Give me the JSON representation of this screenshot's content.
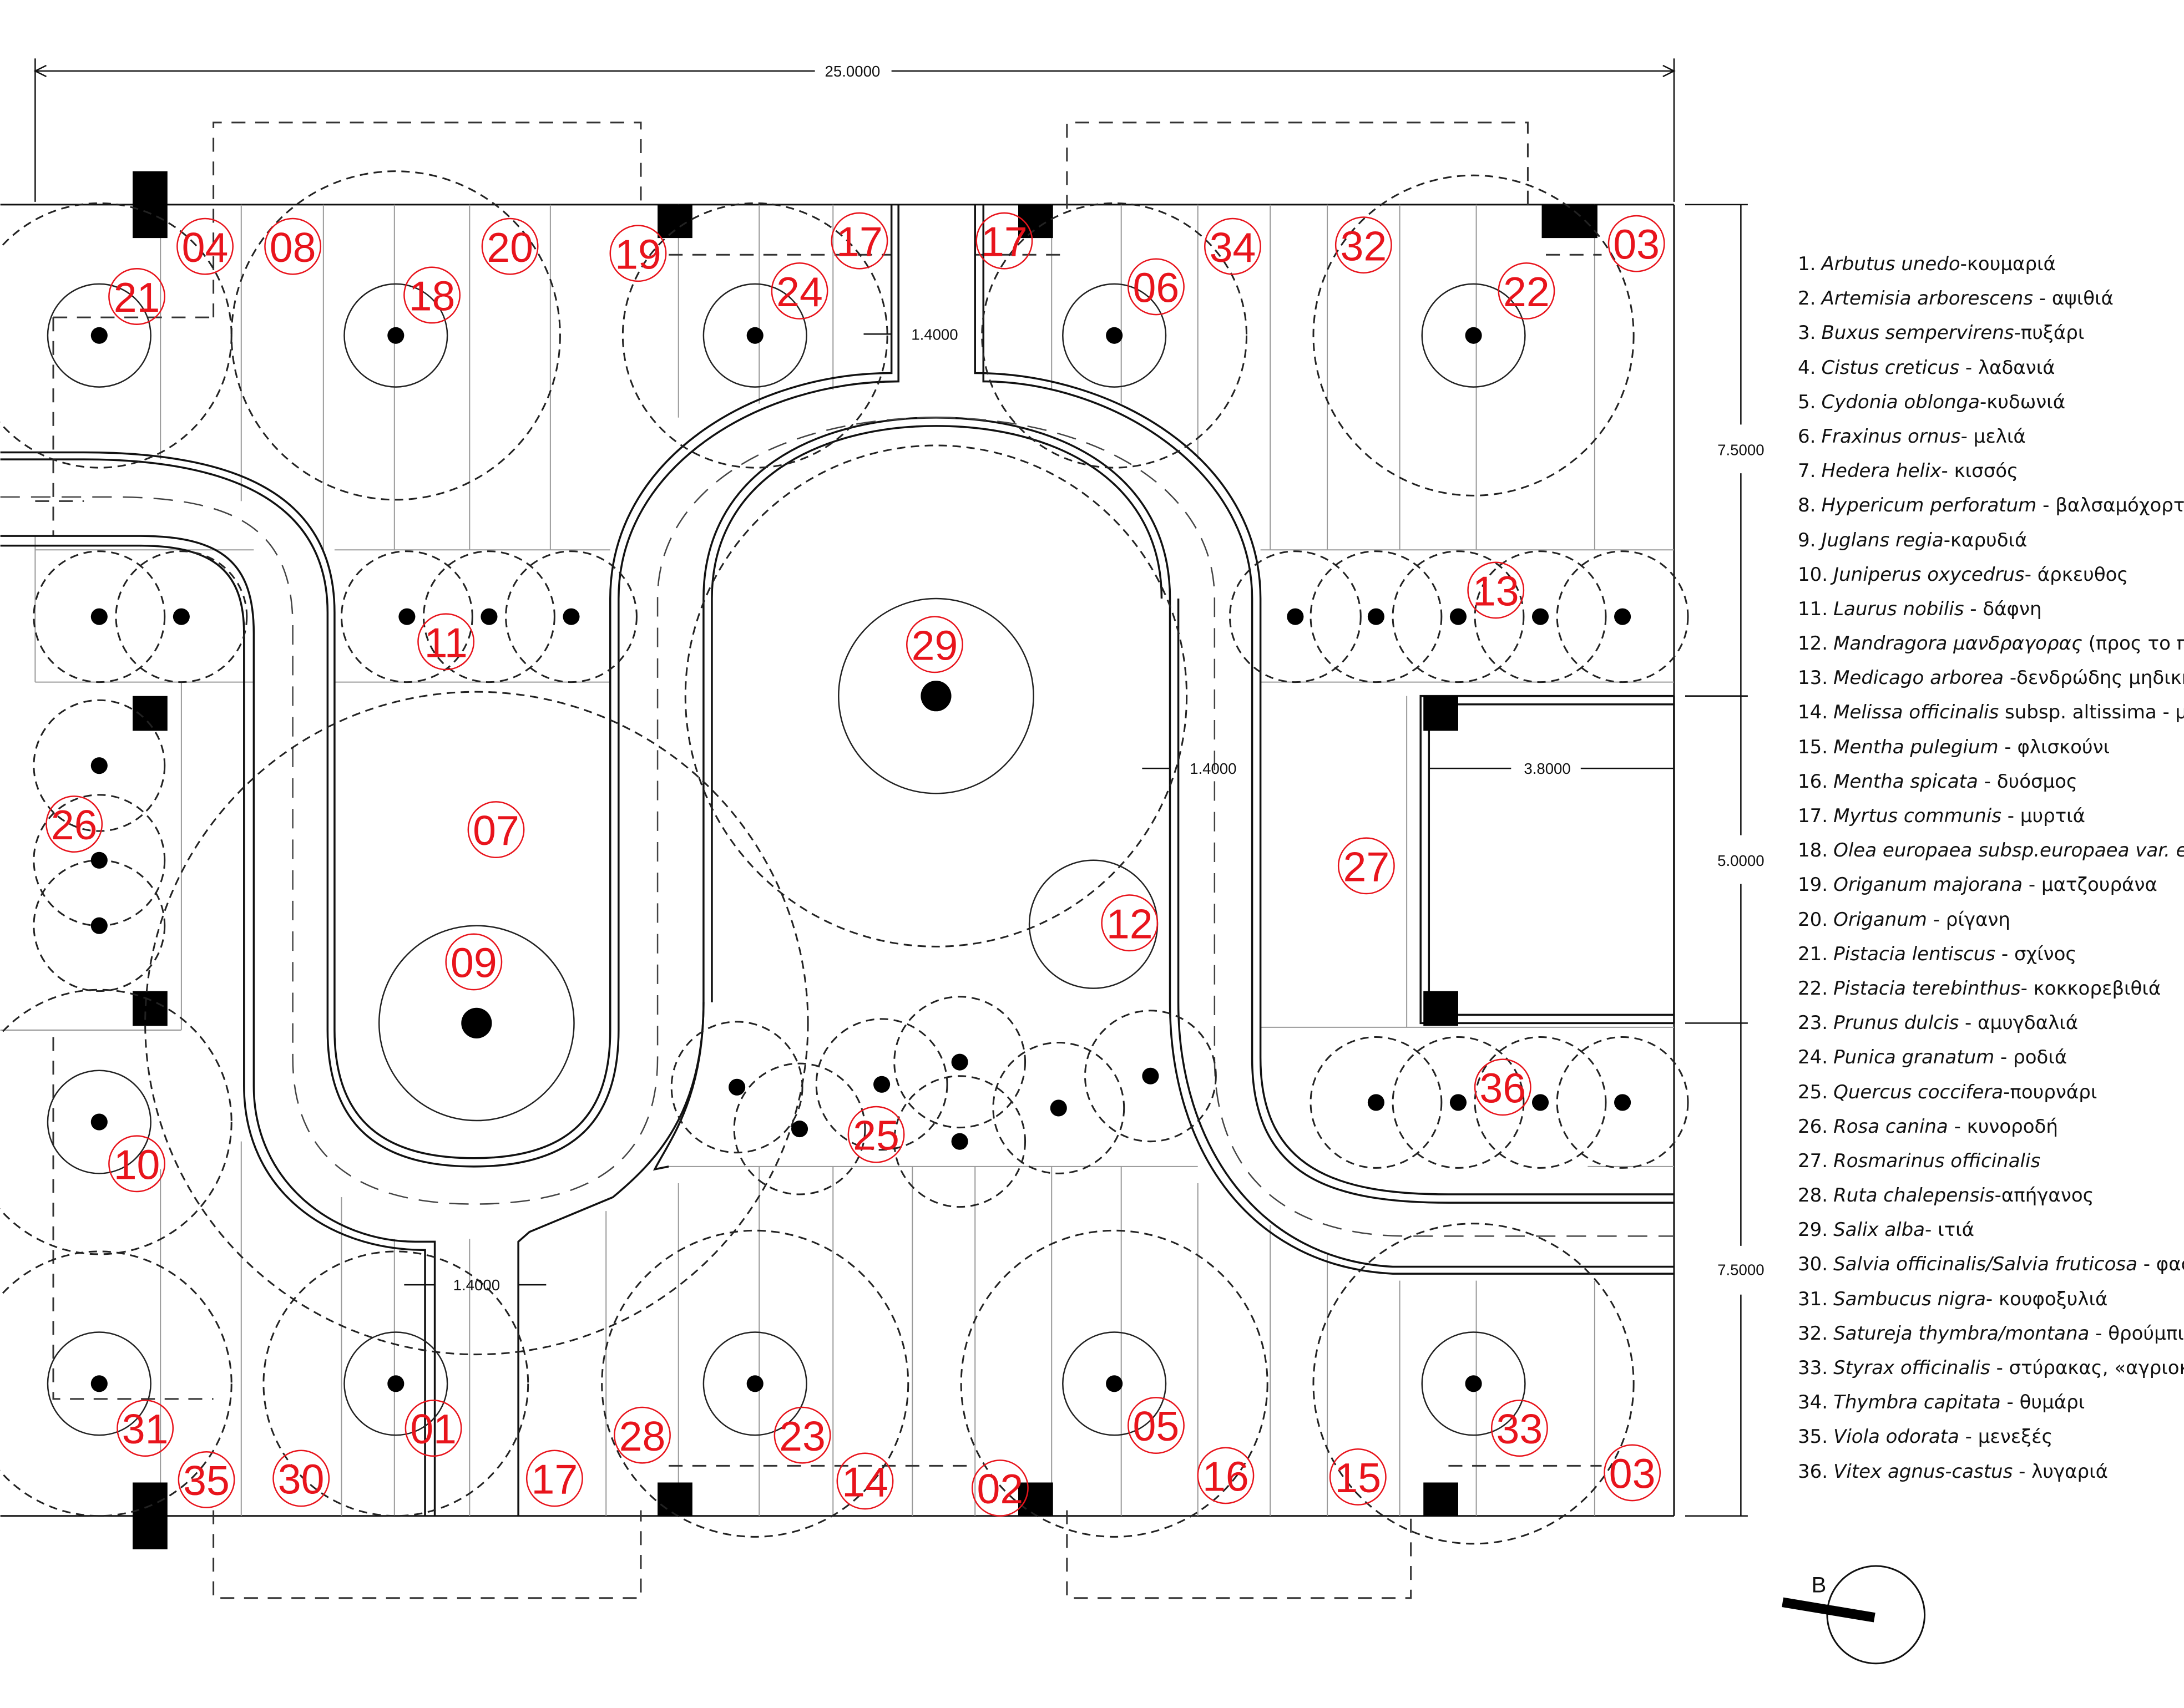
{
  "dimensions": {
    "total_width": "25.0000",
    "top_band": "7.5000",
    "middle_band": "5.0000",
    "bottom_band": "7.5000",
    "path_width_top": "1.4000",
    "path_width_middle": "1.4000",
    "path_width_bottom": "1.4000",
    "right_recess": "3.8000"
  },
  "north_arrow": {
    "label": "B"
  },
  "colors": {
    "tag": "#e8141c",
    "line": "#111111"
  },
  "tags": [
    {
      "id": "t04",
      "n": "04"
    },
    {
      "id": "t08",
      "n": "08"
    },
    {
      "id": "t20",
      "n": "20"
    },
    {
      "id": "t19",
      "n": "19"
    },
    {
      "id": "t17a",
      "n": "17"
    },
    {
      "id": "t17b",
      "n": "17"
    },
    {
      "id": "t34",
      "n": "34"
    },
    {
      "id": "t32",
      "n": "32"
    },
    {
      "id": "t03a",
      "n": "03"
    },
    {
      "id": "t21",
      "n": "21"
    },
    {
      "id": "t18",
      "n": "18"
    },
    {
      "id": "t24",
      "n": "24"
    },
    {
      "id": "t06",
      "n": "06"
    },
    {
      "id": "t22",
      "n": "22"
    },
    {
      "id": "t13",
      "n": "13"
    },
    {
      "id": "t11",
      "n": "11"
    },
    {
      "id": "t29",
      "n": "29"
    },
    {
      "id": "t26",
      "n": "26"
    },
    {
      "id": "t07",
      "n": "07"
    },
    {
      "id": "t27",
      "n": "27"
    },
    {
      "id": "t12",
      "n": "12"
    },
    {
      "id": "t09",
      "n": "09"
    },
    {
      "id": "t36",
      "n": "36"
    },
    {
      "id": "t10",
      "n": "10"
    },
    {
      "id": "t25",
      "n": "25"
    },
    {
      "id": "t31",
      "n": "31"
    },
    {
      "id": "t01",
      "n": "01"
    },
    {
      "id": "t28",
      "n": "28"
    },
    {
      "id": "t23",
      "n": "23"
    },
    {
      "id": "t05",
      "n": "05"
    },
    {
      "id": "t33",
      "n": "33"
    },
    {
      "id": "t35",
      "n": "35"
    },
    {
      "id": "t30",
      "n": "30"
    },
    {
      "id": "t17c",
      "n": "17"
    },
    {
      "id": "t14",
      "n": "14"
    },
    {
      "id": "t02",
      "n": "02"
    },
    {
      "id": "t16",
      "n": "16"
    },
    {
      "id": "t15",
      "n": "15"
    },
    {
      "id": "t03b",
      "n": "03"
    }
  ],
  "legend": [
    {
      "num": "1.",
      "sci": "Arbutus unedo",
      "common": "-κουμαριά"
    },
    {
      "num": "2.",
      "sci": "Artemisia arborescens",
      "common": " - αψιθιά"
    },
    {
      "num": "3.",
      "sci": "Buxus sempervirens",
      "common": "-πυξάρι"
    },
    {
      "num": "4.",
      "sci": "Cistus creticus",
      "common": " - λαδανιά"
    },
    {
      "num": "5.",
      "sci": "Cydonia oblonga",
      "common": "-κυδωνιά"
    },
    {
      "num": "6.",
      "sci": "Fraxinus ornus",
      "common": "- μελιά"
    },
    {
      "num": "7.",
      "sci": "Hedera helix",
      "common": "- κισσός"
    },
    {
      "num": "8.",
      "sci": "Hypericum perforatum",
      "common": " - βαλσαμόχορτο,"
    },
    {
      "num": "9.",
      "sci": "Juglans regia",
      "common": "-καρυδιά"
    },
    {
      "num": "10.",
      "sci": "Juniperus oxycedrus",
      "common": "- άρκευθος"
    },
    {
      "num": "11.",
      "sci": "Laurus nobilis",
      "common": " -  δάφνη"
    },
    {
      "num": "12.",
      "sci": "Mandragora μανδραγορας",
      "common": " (προς το πα"
    },
    {
      "num": "13.",
      "sci": "Medicago arborea",
      "common": " -δενδρώδης μηδική"
    },
    {
      "num": "14.",
      "sci": "Melissa officinalis",
      "common": " subsp. altissima - μελισσ"
    },
    {
      "num": "15.",
      "sci": "Mentha pulegium",
      "common": " - φλισκούνι"
    },
    {
      "num": "16.",
      "sci": "Mentha spicata",
      "common": " - δυόσμος"
    },
    {
      "num": "17.",
      "sci": "Myrtus communis",
      "common": " - μυρτιά"
    },
    {
      "num": "18.",
      "sci": "Olea europaea subsp.europaea var. eu",
      "common": ""
    },
    {
      "num": "19.",
      "sci": "Origanum majorana",
      "common": " - ματζουράνα"
    },
    {
      "num": "20.",
      "sci": "Origanum",
      "common": " - ρίγανη"
    },
    {
      "num": "21.",
      "sci": "Pistacia lentiscus",
      "common": " - σχίνος"
    },
    {
      "num": "22.",
      "sci": "Pistacia terebinthus",
      "common": "- κοκκορεβιθιά"
    },
    {
      "num": "23.",
      "sci": "Prunus dulcis",
      "common": " - αμυγδαλιά"
    },
    {
      "num": "24.",
      "sci": "Punica granatum",
      "common": " - ροδιά"
    },
    {
      "num": "25.",
      "sci": "Quercus coccifera",
      "common": "-πουρνάρι"
    },
    {
      "num": "26.",
      "sci": "Rosa canina",
      "common": " - κυνοροδή"
    },
    {
      "num": "27.",
      "sci": "Rosmarinus officinalis",
      "common": ""
    },
    {
      "num": "28.",
      "sci": "Ruta chalepensis",
      "common": "-απήγανος"
    },
    {
      "num": "29.",
      "sci": "Salix alba",
      "common": "- ιτιά"
    },
    {
      "num": "30.",
      "sci": "Salvia officinalis/Salvia fruticosa",
      "common": " -   φασκο"
    },
    {
      "num": "31.",
      "sci": "Sambucus nigra",
      "common": "- κουφοξυλιά"
    },
    {
      "num": "32.",
      "sci": "Satureja thymbra/montana",
      "common": " - θρούμπι"
    },
    {
      "num": "33.",
      "sci": "Styrax officinalis",
      "common": " - στύρακας, «αγριοκυδω"
    },
    {
      "num": "34.",
      "sci": "Thymbra capitata",
      "common": " - θυμάρι"
    },
    {
      "num": "35.",
      "sci": "Viola odorata",
      "common": " - μενεξές"
    },
    {
      "num": "36.",
      "sci": "Vitex agnus-castus",
      "common": " - λυγαριά"
    }
  ]
}
